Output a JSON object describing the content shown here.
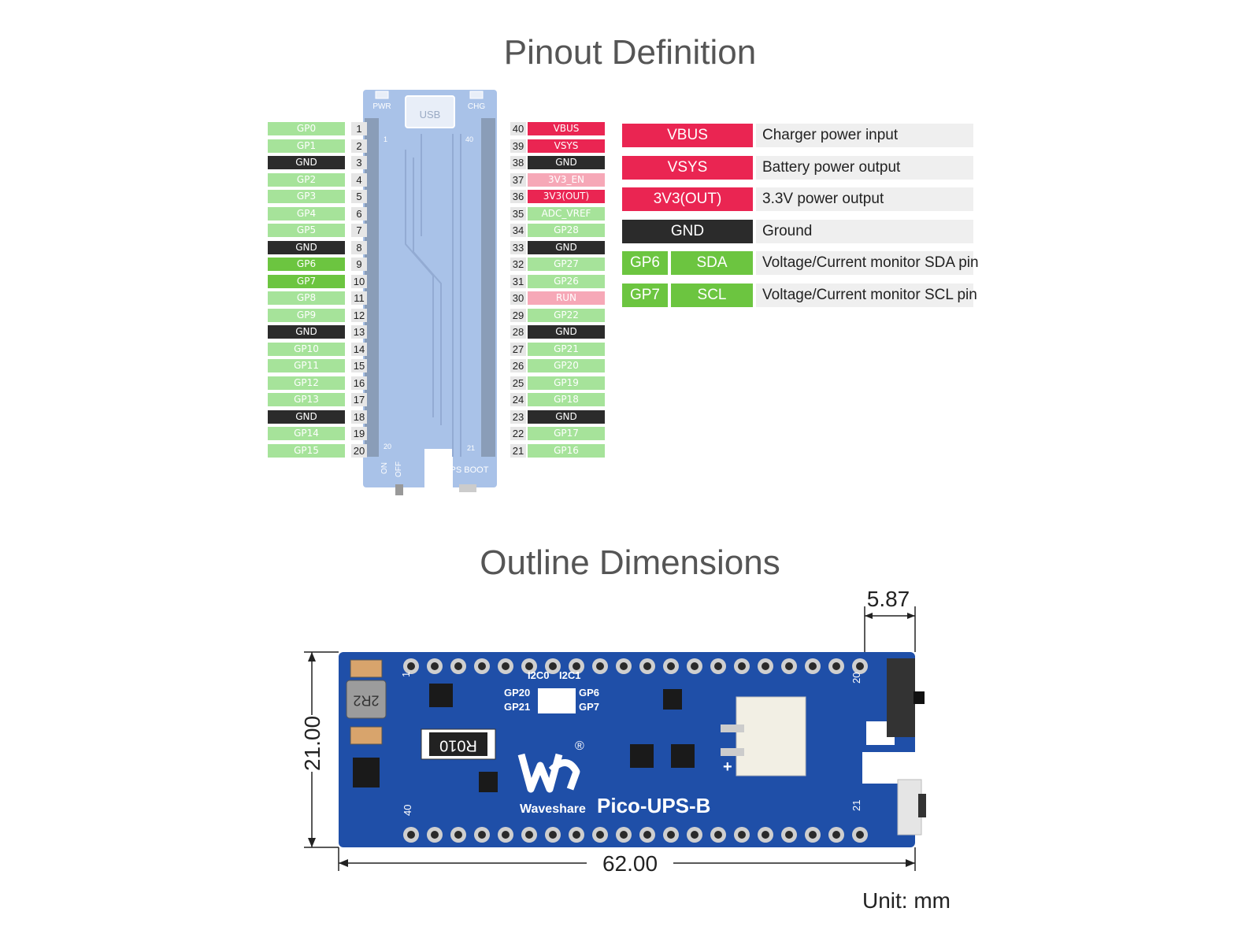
{
  "pinout_title": "Pinout Definition",
  "outline_title": "Outline Dimensions",
  "colors": {
    "gp": "#a6e39a",
    "gp_active": "#6cc540",
    "gnd": "#2b2b2b",
    "power": "#ea2552",
    "power_light": "#f6a8b7",
    "board": "#a9c2e8",
    "pcb": "#1f4fa8"
  },
  "board_labels": {
    "pwr": "PWR",
    "chg": "CHG",
    "usb": "USB",
    "pin1": "1",
    "pin40": "40",
    "pin20": "20",
    "pin21": "21",
    "on": "ON",
    "off": "OFF",
    "ups_boot": "UPS BOOT"
  },
  "left_pins": [
    {
      "label": "GP0",
      "num": "1",
      "kind": "gp"
    },
    {
      "label": "GP1",
      "num": "2",
      "kind": "gp"
    },
    {
      "label": "GND",
      "num": "3",
      "kind": "gnd"
    },
    {
      "label": "GP2",
      "num": "4",
      "kind": "gp"
    },
    {
      "label": "GP3",
      "num": "5",
      "kind": "gp"
    },
    {
      "label": "GP4",
      "num": "6",
      "kind": "gp"
    },
    {
      "label": "GP5",
      "num": "7",
      "kind": "gp"
    },
    {
      "label": "GND",
      "num": "8",
      "kind": "gnd"
    },
    {
      "label": "GP6",
      "num": "9",
      "kind": "gp_active"
    },
    {
      "label": "GP7",
      "num": "10",
      "kind": "gp_active"
    },
    {
      "label": "GP8",
      "num": "11",
      "kind": "gp"
    },
    {
      "label": "GP9",
      "num": "12",
      "kind": "gp"
    },
    {
      "label": "GND",
      "num": "13",
      "kind": "gnd"
    },
    {
      "label": "GP10",
      "num": "14",
      "kind": "gp"
    },
    {
      "label": "GP11",
      "num": "15",
      "kind": "gp"
    },
    {
      "label": "GP12",
      "num": "16",
      "kind": "gp"
    },
    {
      "label": "GP13",
      "num": "17",
      "kind": "gp"
    },
    {
      "label": "GND",
      "num": "18",
      "kind": "gnd"
    },
    {
      "label": "GP14",
      "num": "19",
      "kind": "gp"
    },
    {
      "label": "GP15",
      "num": "20",
      "kind": "gp"
    }
  ],
  "right_pins": [
    {
      "label": "VBUS",
      "num": "40",
      "kind": "power"
    },
    {
      "label": "VSYS",
      "num": "39",
      "kind": "power"
    },
    {
      "label": "GND",
      "num": "38",
      "kind": "gnd"
    },
    {
      "label": "3V3_EN",
      "num": "37",
      "kind": "power_light"
    },
    {
      "label": "3V3(OUT)",
      "num": "36",
      "kind": "power"
    },
    {
      "label": "ADC_VREF",
      "num": "35",
      "kind": "gp"
    },
    {
      "label": "GP28",
      "num": "34",
      "kind": "gp"
    },
    {
      "label": "GND",
      "num": "33",
      "kind": "gnd"
    },
    {
      "label": "GP27",
      "num": "32",
      "kind": "gp"
    },
    {
      "label": "GP26",
      "num": "31",
      "kind": "gp"
    },
    {
      "label": "RUN",
      "num": "30",
      "kind": "power_light"
    },
    {
      "label": "GP22",
      "num": "29",
      "kind": "gp"
    },
    {
      "label": "GND",
      "num": "28",
      "kind": "gnd"
    },
    {
      "label": "GP21",
      "num": "27",
      "kind": "gp"
    },
    {
      "label": "GP20",
      "num": "26",
      "kind": "gp"
    },
    {
      "label": "GP19",
      "num": "25",
      "kind": "gp"
    },
    {
      "label": "GP18",
      "num": "24",
      "kind": "gp"
    },
    {
      "label": "GND",
      "num": "23",
      "kind": "gnd"
    },
    {
      "label": "GP17",
      "num": "22",
      "kind": "gp"
    },
    {
      "label": "GP16",
      "num": "21",
      "kind": "gp"
    }
  ],
  "legend": [
    {
      "tags": [
        {
          "text": "VBUS",
          "kind": "power"
        }
      ],
      "desc": "Charger power input"
    },
    {
      "tags": [
        {
          "text": "VSYS",
          "kind": "power"
        }
      ],
      "desc": "Battery power output"
    },
    {
      "tags": [
        {
          "text": "3V3(OUT)",
          "kind": "power"
        }
      ],
      "desc": "3.3V power output"
    },
    {
      "tags": [
        {
          "text": "GND",
          "kind": "gnd"
        }
      ],
      "desc": "Ground"
    },
    {
      "tags": [
        {
          "text": "GP6",
          "kind": "gp_active"
        },
        {
          "text": "SDA",
          "kind": "gp_active"
        }
      ],
      "desc": "Voltage/Current monitor SDA pin"
    },
    {
      "tags": [
        {
          "text": "GP7",
          "kind": "gp_active"
        },
        {
          "text": "SCL",
          "kind": "gp_active"
        }
      ],
      "desc": "Voltage/Current monitor SCL pin"
    }
  ],
  "dimensions": {
    "width": "62.00",
    "height": "21.00",
    "offset": "5.87",
    "unit": "Unit: mm"
  },
  "pcb_labels": {
    "i2c0": "I2C0",
    "i2c1": "I2C1",
    "gp20": "GP20",
    "gp21": "GP21",
    "gp6": "GP6",
    "gp7": "GP7",
    "inductor": "2R2",
    "resistor": "R010",
    "brand": "Waveshare",
    "model": "Pico-UPS-B",
    "pin1": "1",
    "pin20": "20",
    "pin21": "21",
    "pin40": "40",
    "plus": "+",
    "reg": "®"
  }
}
